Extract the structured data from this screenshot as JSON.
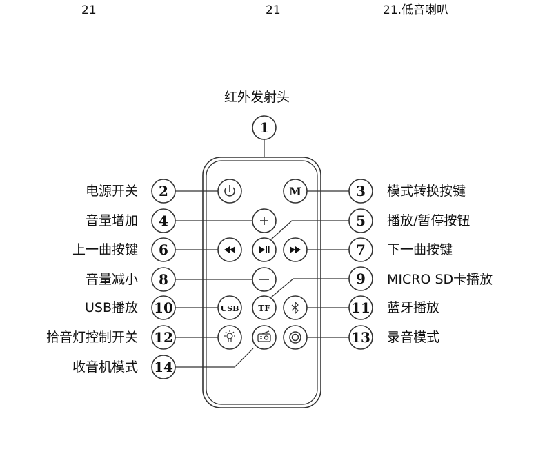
{
  "header": {
    "left": "21",
    "center": "21",
    "right": "21.低音喇叭"
  },
  "title": "红外发射头",
  "callouts": [
    {
      "num": "1",
      "label": "红外发射头"
    },
    {
      "num": "2",
      "label": "电源开关"
    },
    {
      "num": "3",
      "label": "模式转换按键"
    },
    {
      "num": "4",
      "label": "音量增加"
    },
    {
      "num": "5",
      "label": "播放/暂停按钮"
    },
    {
      "num": "6",
      "label": "上一曲按键"
    },
    {
      "num": "7",
      "label": "下一曲按键"
    },
    {
      "num": "8",
      "label": "音量减小"
    },
    {
      "num": "9",
      "label": "MICRO SD卡播放"
    },
    {
      "num": "10",
      "label": "USB播放"
    },
    {
      "num": "11",
      "label": "蓝牙播放"
    },
    {
      "num": "12",
      "label": "拾音灯控制开关"
    },
    {
      "num": "13",
      "label": "录音模式"
    },
    {
      "num": "14",
      "label": "收音机模式"
    }
  ],
  "buttons": {
    "mode": "M",
    "usb": "USB",
    "tf": "TF"
  }
}
